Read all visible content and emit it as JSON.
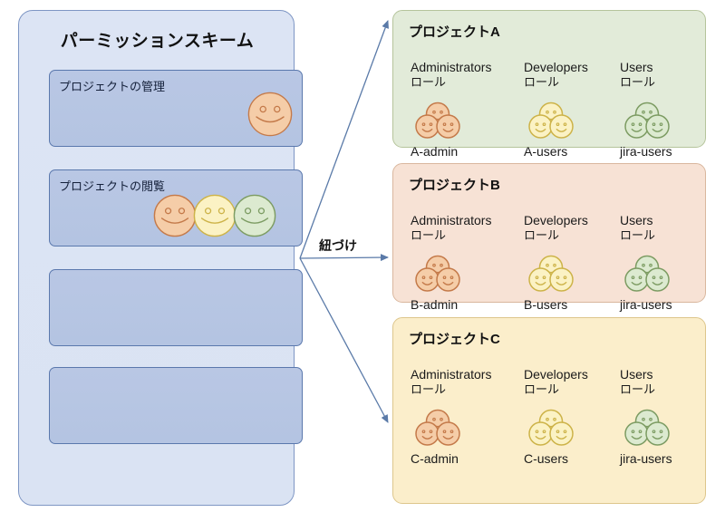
{
  "scheme": {
    "title": "パーミッションスキーム",
    "boxes": [
      {
        "label": "プロジェクトの管理",
        "faces": [
          "orange"
        ]
      },
      {
        "label": "プロジェクトの閲覧",
        "faces": [
          "orange",
          "yellow",
          "green"
        ]
      },
      {
        "label": "",
        "faces": []
      },
      {
        "label": "",
        "faces": []
      }
    ]
  },
  "connector": {
    "label": "紐づけ",
    "arrow_color": "#5a7aa8",
    "targets": [
      "プロジェクトA",
      "プロジェクトB",
      "プロジェクトC"
    ]
  },
  "projects": [
    {
      "title": "プロジェクトA",
      "bg": "#e2ebd9",
      "border": "#b5c49b",
      "roles": [
        {
          "name": "Administrators",
          "sub": "ロール",
          "group": "A-admin",
          "tone": "orange"
        },
        {
          "name": "Developers",
          "sub": "ロール",
          "group": "A-users",
          "tone": "yellow"
        },
        {
          "name": "Users",
          "sub": "ロール",
          "group": "jira-users",
          "tone": "green"
        }
      ]
    },
    {
      "title": "プロジェクトB",
      "bg": "#f7e2d5",
      "border": "#d9b79e",
      "roles": [
        {
          "name": "Administrators",
          "sub": "ロール",
          "group": "B-admin",
          "tone": "orange"
        },
        {
          "name": "Developers",
          "sub": "ロール",
          "group": "B-users",
          "tone": "yellow"
        },
        {
          "name": "Users",
          "sub": "ロール",
          "group": "jira-users",
          "tone": "green"
        }
      ]
    },
    {
      "title": "プロジェクトC",
      "bg": "#fbeecb",
      "border": "#ddc68c",
      "roles": [
        {
          "name": "Administrators",
          "sub": "ロール",
          "group": "C-admin",
          "tone": "orange"
        },
        {
          "name": "Developers",
          "sub": "ロール",
          "group": "C-users",
          "tone": "yellow"
        },
        {
          "name": "Users",
          "sub": "ロール",
          "group": "jira-users",
          "tone": "green"
        }
      ]
    }
  ],
  "palette": {
    "scheme_panel_bg": "#dce4f4",
    "scheme_panel_border": "#7e96c4",
    "perm_box_bg": "#b7c5e3",
    "perm_box_border": "#5a78ad",
    "face_orange_fill": "#f5cda8",
    "face_orange_stroke": "#c47a4a",
    "face_yellow_fill": "#fbf2c4",
    "face_yellow_stroke": "#cdb349",
    "face_green_fill": "#dcead0",
    "face_green_stroke": "#7d9c63"
  }
}
